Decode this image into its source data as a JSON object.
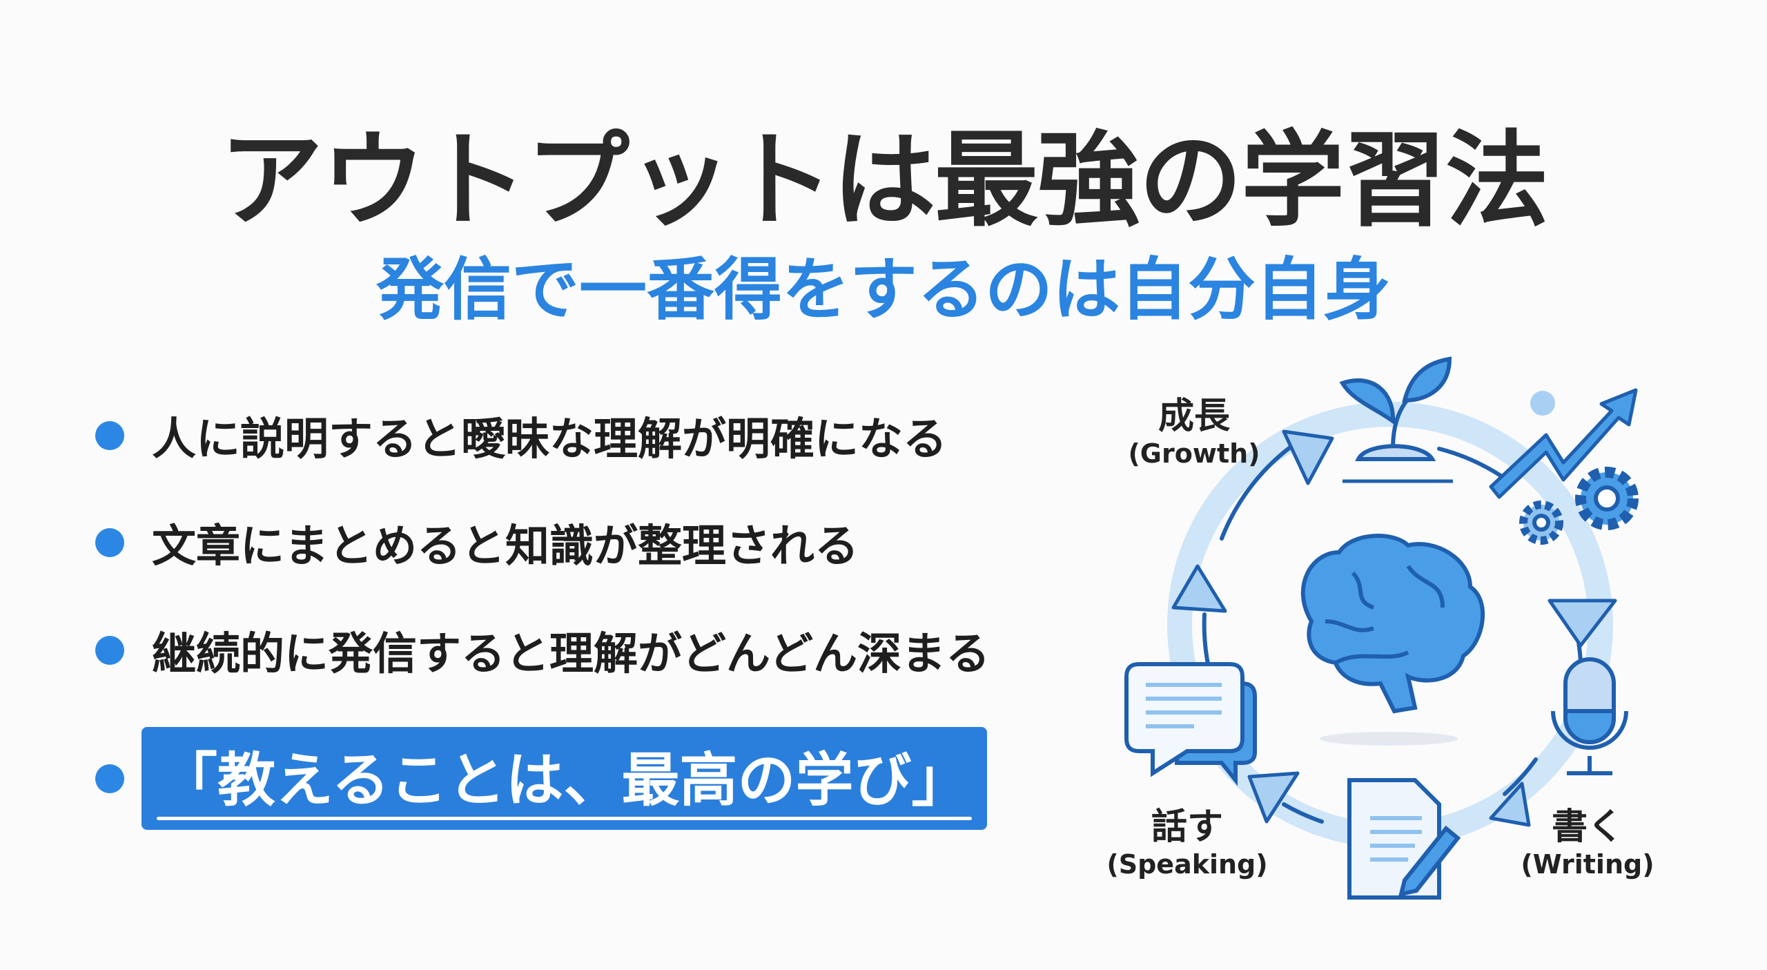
{
  "title": "アウトプットは最強の学習法",
  "subtitle": "発信で一番得をするのは自分自身",
  "bullets": [
    "人に説明すると曖昧な理解が明確になる",
    "文章にまとめると知識が整理される",
    "継続的に発信すると理解がどんどん深まる"
  ],
  "highlight": "「教えることは、最高の学び」",
  "cycle": {
    "growth": {
      "jp": "成長",
      "en": "(Growth)"
    },
    "writing": {
      "jp": "書く",
      "en": "(Writing)"
    },
    "speaking": {
      "jp": "話す",
      "en": "(Speaking)"
    },
    "icons": [
      "brain-icon",
      "sprout-icon",
      "trend-arrow-icon",
      "gear-icon",
      "microphone-icon",
      "notebook-pen-icon",
      "speech-bubble-icon"
    ]
  },
  "colors": {
    "accent": "#2a84e0",
    "title": "#2a2a2a",
    "ring": "#bcdcf6",
    "icon_stroke": "#1f5fae"
  }
}
